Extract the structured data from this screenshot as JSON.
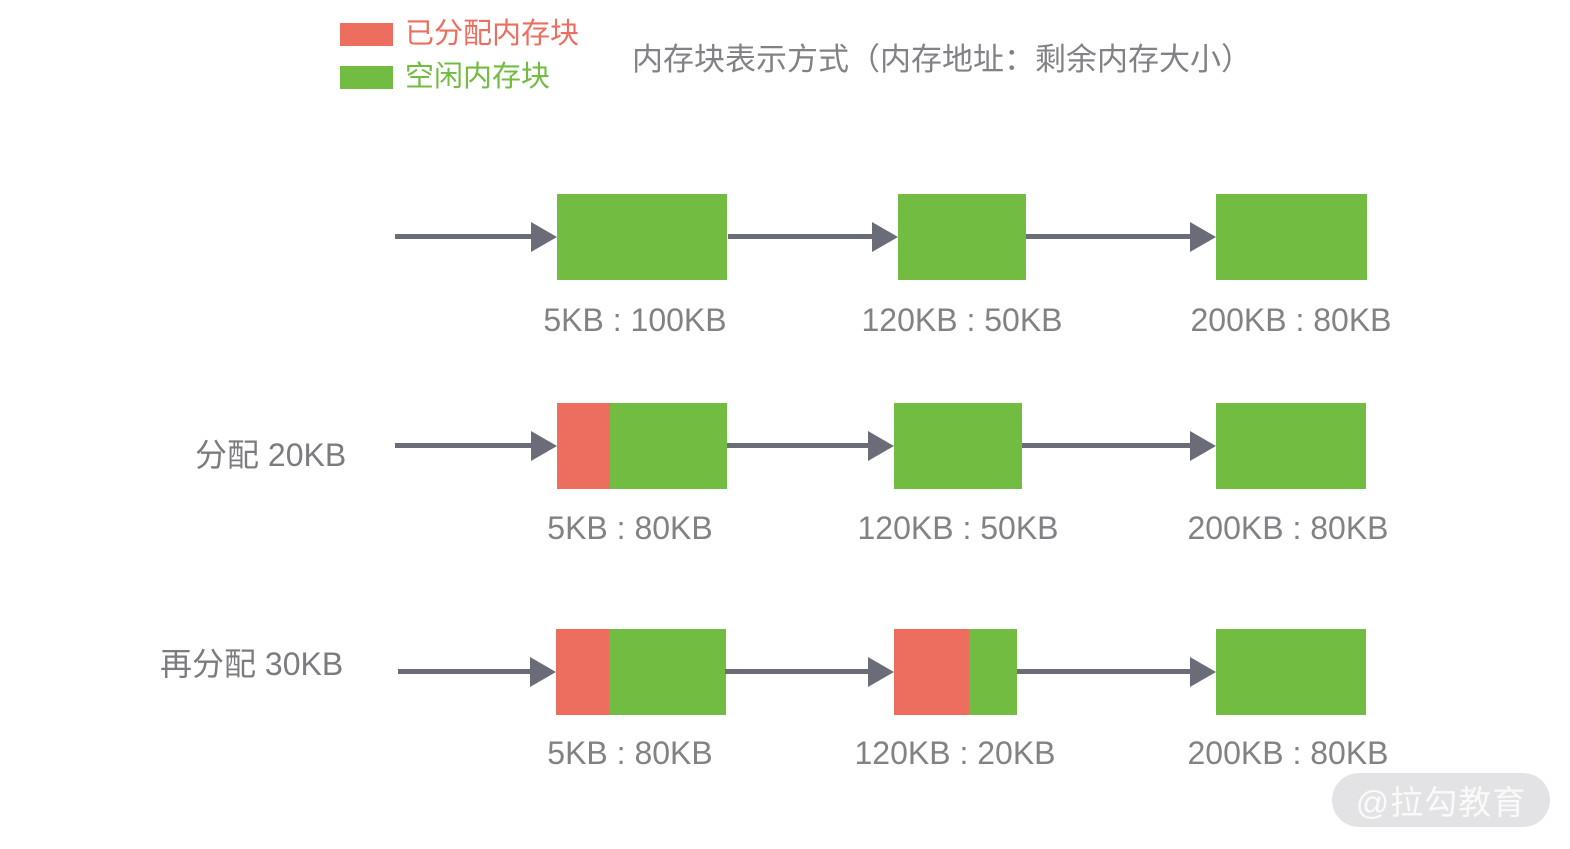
{
  "title": "内存块表示方式（内存地址：剩余内存大小）",
  "legend": {
    "items": [
      {
        "label": "已分配内存块",
        "color": "#ED6E5F"
      },
      {
        "label": "空闲内存块",
        "color": "#71BC41"
      }
    ]
  },
  "colors": {
    "allocated": "#ED6E5F",
    "free": "#71BC41",
    "arrow": "#6A6C78",
    "label_text": "#818285",
    "watermark_bg": "#E3E3E5",
    "watermark_text": "#FAFAFA"
  },
  "rows": [
    {
      "label": "",
      "blocks": [
        {
          "caption": "5KB : 100KB",
          "segments": [
            {
              "type": "free",
              "fraction": 1
            }
          ]
        },
        {
          "caption": "120KB : 50KB",
          "segments": [
            {
              "type": "free",
              "fraction": 1
            }
          ]
        },
        {
          "caption": "200KB : 80KB",
          "segments": [
            {
              "type": "free",
              "fraction": 1
            }
          ]
        }
      ]
    },
    {
      "label": "分配 20KB",
      "blocks": [
        {
          "caption": "5KB : 80KB",
          "segments": [
            {
              "type": "allocated",
              "fraction": 0.31
            },
            {
              "type": "free",
              "fraction": 0.69
            }
          ]
        },
        {
          "caption": "120KB : 50KB",
          "segments": [
            {
              "type": "free",
              "fraction": 1
            }
          ]
        },
        {
          "caption": "200KB : 80KB",
          "segments": [
            {
              "type": "free",
              "fraction": 1
            }
          ]
        }
      ]
    },
    {
      "label": "再分配 30KB",
      "blocks": [
        {
          "caption": "5KB : 80KB",
          "segments": [
            {
              "type": "allocated",
              "fraction": 0.31
            },
            {
              "type": "free",
              "fraction": 0.69
            }
          ]
        },
        {
          "caption": "120KB : 20KB",
          "segments": [
            {
              "type": "allocated",
              "fraction": 0.61
            },
            {
              "type": "free",
              "fraction": 0.39
            }
          ]
        },
        {
          "caption": "200KB : 80KB",
          "segments": [
            {
              "type": "free",
              "fraction": 1
            }
          ]
        }
      ]
    }
  ],
  "watermark": "@拉勾教育"
}
